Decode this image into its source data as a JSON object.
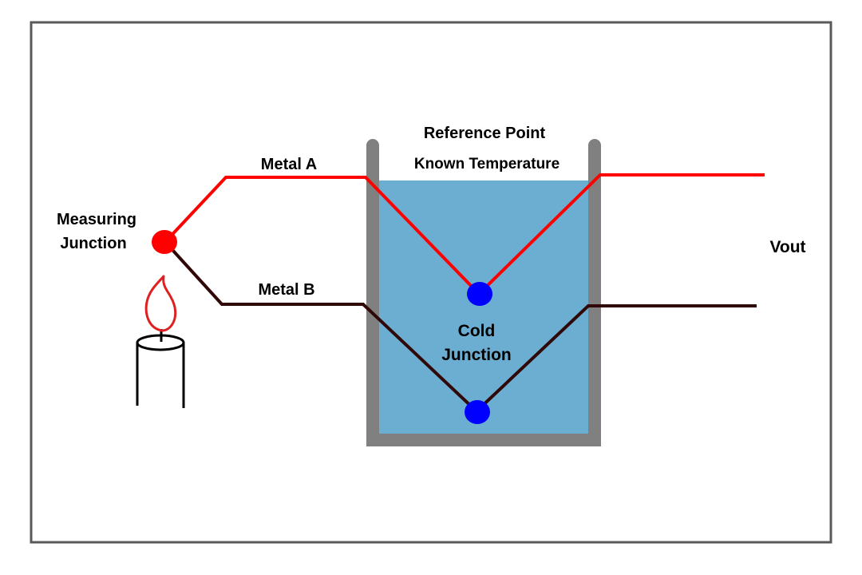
{
  "labels": {
    "measuring_junction_line1": "Measuring",
    "measuring_junction_line2": "Junction",
    "metal_a": "Metal A",
    "metal_b": "Metal B",
    "reference_point": "Reference Point",
    "known_temperature": "Known Temperature",
    "cold_junction_line1": "Cold",
    "cold_junction_line2": "Junction",
    "vout": "Vout"
  },
  "colors": {
    "frame": "#595959",
    "metal_a_wire": "#ff0000",
    "metal_b_wire": "#300808",
    "measuring_junction": "#ff0000",
    "cold_junction": "#0000ff",
    "bath_liquid": "#6baed1",
    "bath_container": "#808080",
    "flame": "#e02020",
    "candle": "#000000"
  },
  "icons": {
    "candle": "candle-icon",
    "flame": "flame-icon"
  }
}
